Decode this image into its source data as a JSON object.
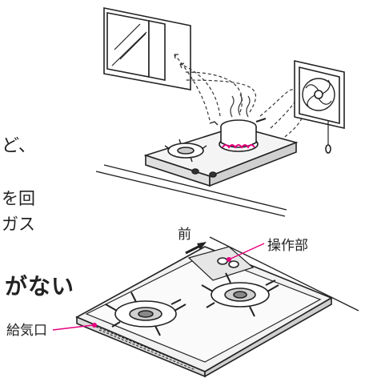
{
  "text_fragments": [
    "ど、",
    "を回",
    "ガス",
    "がない"
  ],
  "labels": {
    "front": "前",
    "control_panel": "操作部",
    "air_intake": "給気口"
  },
  "colors": {
    "line": "#222222",
    "accent": "#e6007e",
    "fill_light": "#f2f2f2",
    "fill_mid": "#d9d9d9"
  }
}
